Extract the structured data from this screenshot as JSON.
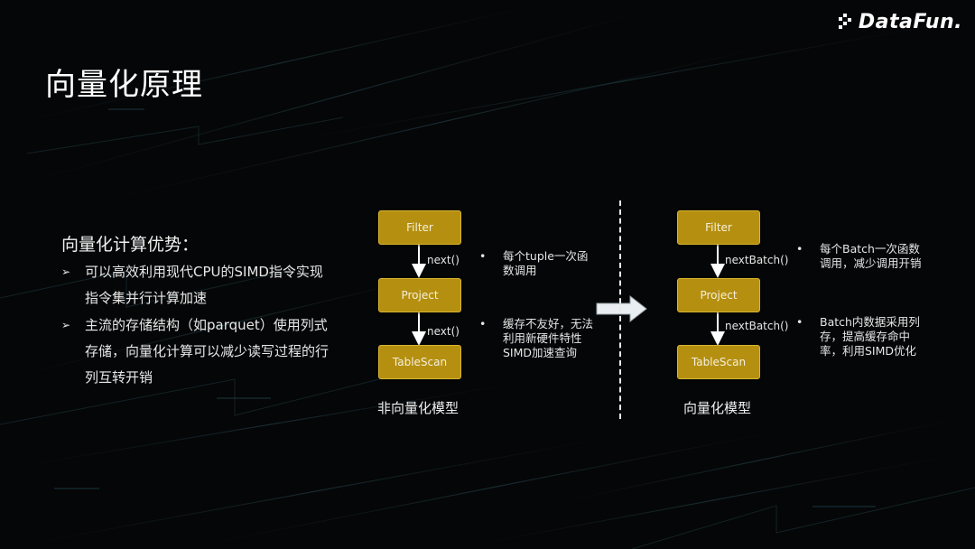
{
  "logo": {
    "text": "DataFun."
  },
  "title": "向量化原理",
  "advantages": {
    "heading": "向量化计算优势：",
    "items": [
      "可以高效利用现代CPU的SIMD指令实现指令集并行计算加速",
      "主流的存储结构（如parquet）使用列式存储，向量化计算可以减少读写过程的行列互转开销"
    ]
  },
  "non_vectorized": {
    "nodes": [
      "Filter",
      "Project",
      "TableScan"
    ],
    "edges": [
      "next()",
      "next()"
    ],
    "notes": [
      "每个tuple一次函数调用",
      "缓存不友好，无法利用新硬件特性SIMD加速查询"
    ],
    "caption": "非向量化模型"
  },
  "vectorized": {
    "nodes": [
      "Filter",
      "Project",
      "TableScan"
    ],
    "edges": [
      "nextBatch()",
      "nextBatch()"
    ],
    "notes": [
      "每个Batch一次函数调用，减少调用开销",
      "Batch内数据采用列存，提高缓存命中率，利用SIMD优化"
    ],
    "caption": "向量化模型"
  },
  "colors": {
    "node_fill": "#b58f10",
    "node_border": "#d9b630",
    "background": "#050607"
  },
  "icons": {
    "bullet": "arrow-bullet-icon",
    "transition": "right-arrow-icon"
  }
}
